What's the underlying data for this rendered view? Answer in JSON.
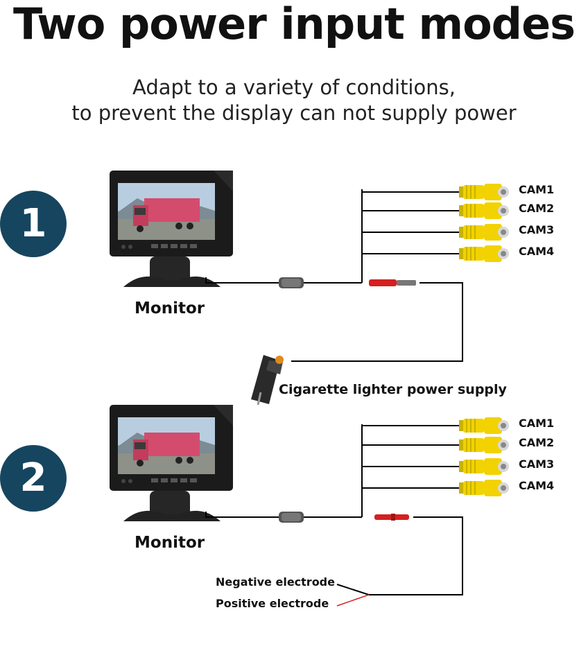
{
  "title": "Two power input modes",
  "subtitle": {
    "line1": "Adapt to a variety of conditions,",
    "line2": "to prevent the display can not supply power"
  },
  "modes": [
    {
      "number": "1",
      "monitor_label": "Monitor",
      "cameras": [
        "CAM1",
        "CAM2",
        "CAM3",
        "CAM4"
      ],
      "power_label": "Cigarette lighter power supply"
    },
    {
      "number": "2",
      "monitor_label": "Monitor",
      "cameras": [
        "CAM1",
        "CAM2",
        "CAM3",
        "CAM4"
      ],
      "negative_label": "Negative electrode",
      "positive_label": "Positive electrode"
    }
  ],
  "colors": {
    "badge": "#16455f",
    "rca_yellow": "#f2d200",
    "wire": "#000000",
    "positive_wire": "#d42020"
  }
}
